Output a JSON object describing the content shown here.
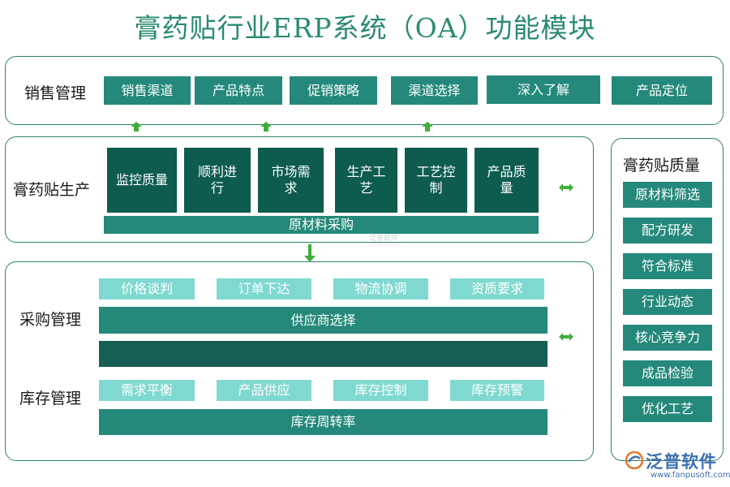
{
  "title": "膏药贴行业ERP系统（OA）功能模块",
  "sales": {
    "label": "销售管理",
    "items": [
      "销售渠道",
      "产品特点",
      "促销策略",
      "渠道选择",
      "深入了解",
      "产品定位"
    ]
  },
  "production": {
    "label": "膏药贴生产",
    "items": [
      "监控质量",
      "顺利进行",
      "市场需求",
      "生产工艺",
      "工艺控制",
      "产品质量"
    ],
    "bar": "原材料采购"
  },
  "purchase": {
    "label": "采购管理",
    "items": [
      "价格谈判",
      "订单下达",
      "物流协调",
      "资质要求"
    ],
    "bar": "供应商选择",
    "empty_bar": ""
  },
  "inventory": {
    "label": "库存管理",
    "items": [
      "需求平衡",
      "产品供应",
      "库存控制",
      "库存预警"
    ],
    "bar": "库存周转率"
  },
  "quality": {
    "title": "膏药贴质量",
    "items": [
      "原材料筛选",
      "配方研发",
      "符合标准",
      "行业动态",
      "核心竞争力",
      "成品检验",
      "优化工艺"
    ]
  },
  "watermark": "泛普软件",
  "logo": {
    "name": "泛普软件",
    "url": "www.fanpusoft.com"
  },
  "colors": {
    "title": "#2a8a72",
    "border": "#2f7f6c",
    "teal": "#24897a",
    "dark": "#0d5c4e",
    "light": "#7fd9d0",
    "arrow": "#3fae3a"
  }
}
